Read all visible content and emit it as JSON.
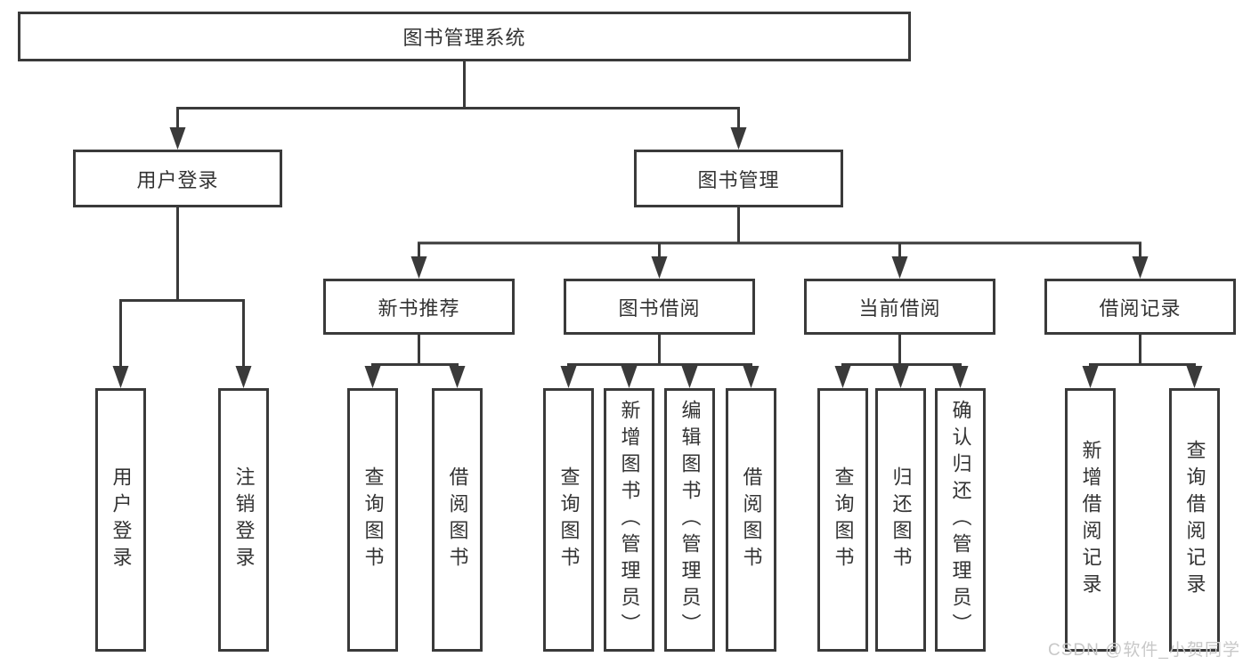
{
  "tree": {
    "root": "图书管理系统",
    "branches": [
      {
        "label": "用户登录",
        "children": [
          "用户登录",
          "注销登录"
        ]
      },
      {
        "label": "图书管理",
        "sections": [
          {
            "label": "新书推荐",
            "children": [
              "查询图书",
              "借阅图书"
            ]
          },
          {
            "label": "图书借阅",
            "children": [
              "查询图书",
              "新增图书（管理员）",
              "编辑图书（管理员）",
              "借阅图书"
            ]
          },
          {
            "label": "当前借阅",
            "children": [
              "查询图书",
              "归还图书",
              "确认归还（管理员）"
            ]
          },
          {
            "label": "借阅记录",
            "children": [
              "新增借阅记录",
              "查询借阅记录"
            ]
          }
        ]
      }
    ]
  },
  "watermark": "CSDN @软件_小贺同学",
  "colors": {
    "line": "#3a3a3a",
    "text": "#333333",
    "watermark": "#c8c8c8",
    "background": "#ffffff"
  }
}
